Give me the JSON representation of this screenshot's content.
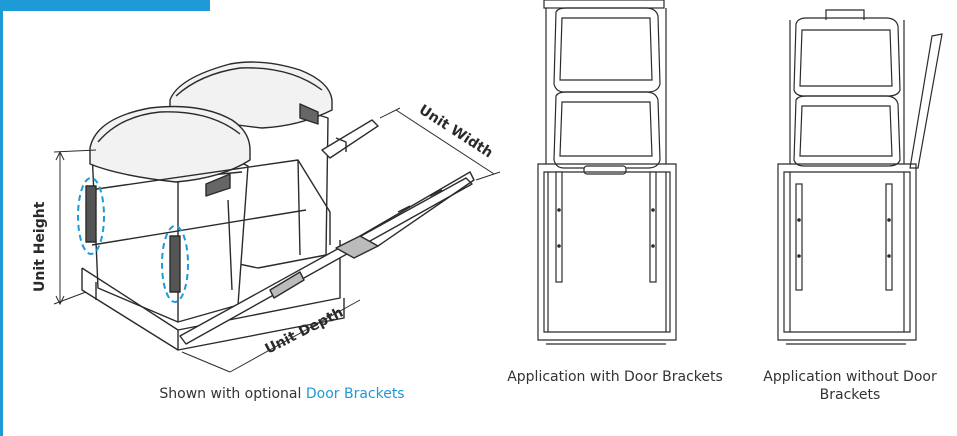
{
  "colors": {
    "accent": "#1e9ad6",
    "line": "#2b2b2b",
    "text": "#333333"
  },
  "dimensions": {
    "height_label": "Unit Height",
    "width_label": "Unit Width",
    "depth_label": "Unit Depth"
  },
  "captions": {
    "main_prefix": "Shown with optional ",
    "main_highlight": "Door Brackets",
    "with_brackets": "Application with Door Brackets",
    "without_brackets": "Application without Door Brackets"
  }
}
